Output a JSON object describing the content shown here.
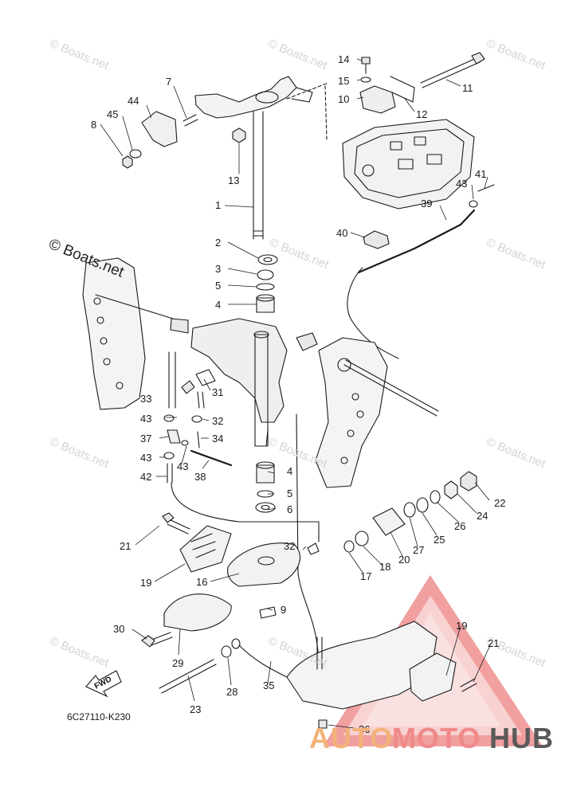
{
  "diagram": {
    "drawing_code": "6C27110-K230",
    "fwd_label": "FWD",
    "watermark_text": "© Boats.net",
    "brand": {
      "part1": "AUTO",
      "part2": "MOTO",
      "part3": "HUB",
      "color1": "#f2b27a",
      "color2": "#f08a8a",
      "color3": "#5a5a5a"
    },
    "callouts": [
      "14",
      "15",
      "10",
      "11",
      "12",
      "7",
      "44",
      "45",
      "8",
      "13",
      "1",
      "41",
      "43",
      "39",
      "40",
      "2",
      "3",
      "5",
      "4",
      "33",
      "31",
      "43",
      "32",
      "37",
      "34",
      "43",
      "43",
      "42",
      "38",
      "4",
      "5",
      "6",
      "22",
      "24",
      "26",
      "25",
      "27",
      "20",
      "18",
      "17",
      "21",
      "32",
      "19",
      "16",
      "9",
      "30",
      "29",
      "19",
      "21",
      "28",
      "23",
      "35",
      "36"
    ]
  }
}
